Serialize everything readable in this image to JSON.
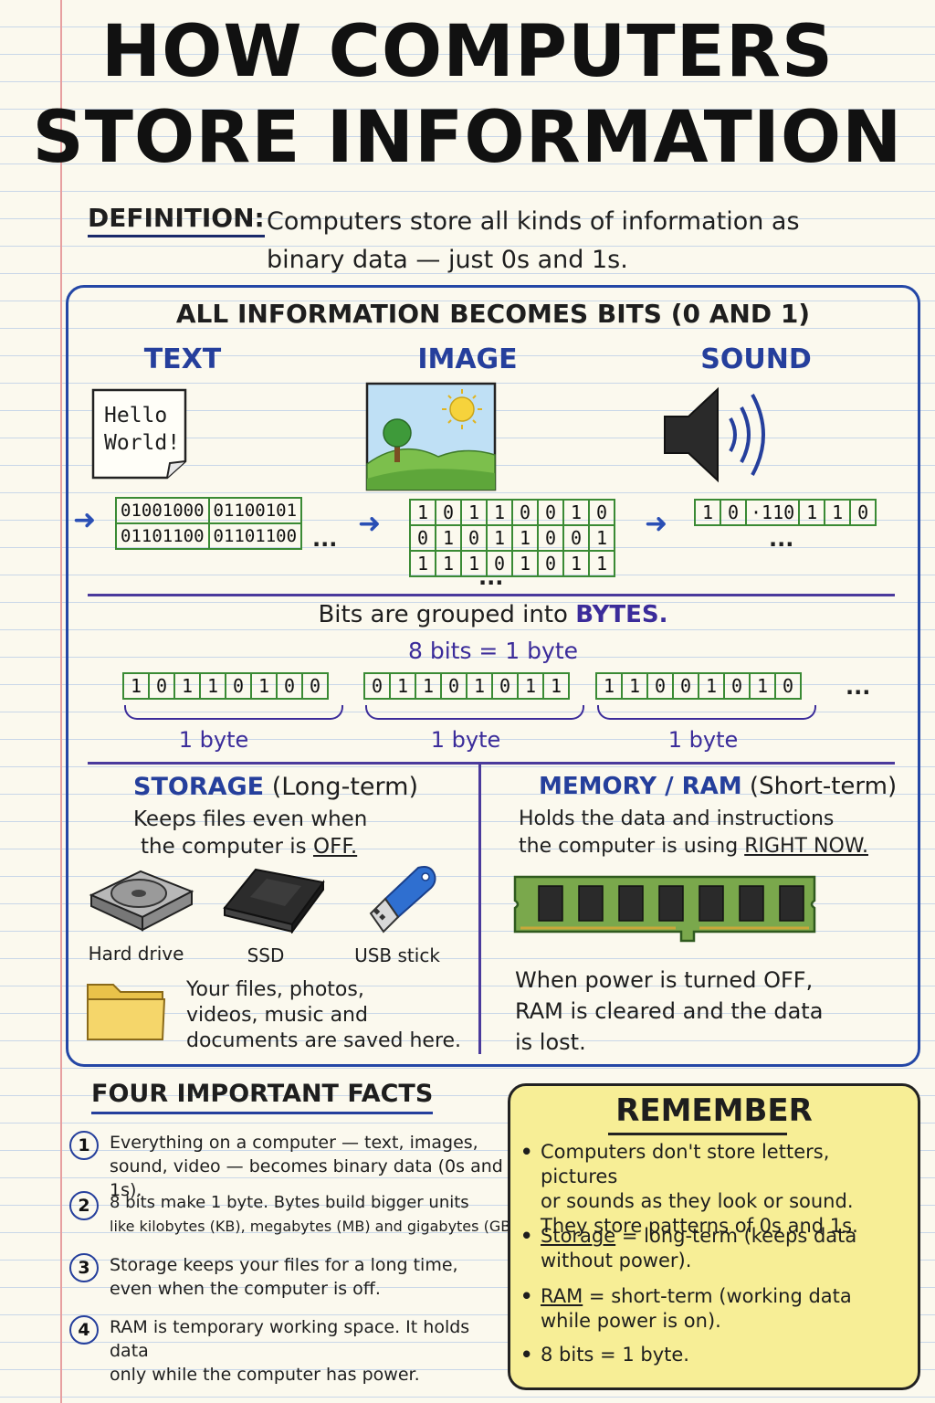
{
  "title_line1": "HOW COMPUTERS",
  "title_line2": "STORE INFORMATION",
  "definition": {
    "label": "DEFINITION:",
    "text": "Computers store all kinds of information as binary data — just 0s and 1s."
  },
  "bits_section": {
    "heading": "ALL INFORMATION BECOMES BITS (0 AND 1)",
    "text": {
      "label": "TEXT",
      "note_line1": "Hello",
      "note_line2": "World!",
      "row1": [
        "01001000",
        "01100101"
      ],
      "row2": [
        "01101100",
        "01101100"
      ],
      "ellipsis": "..."
    },
    "image": {
      "label": "IMAGE",
      "rows": [
        [
          "1",
          "0",
          "1",
          "1",
          "0",
          "0",
          "1",
          "0"
        ],
        [
          "0",
          "1",
          "0",
          "1",
          "1",
          "0",
          "0",
          "1"
        ],
        [
          "1",
          "1",
          "1",
          "0",
          "1",
          "0",
          "1",
          "1"
        ]
      ],
      "ellipsis": "..."
    },
    "sound": {
      "label": "SOUND",
      "cells": [
        "1",
        "0",
        "·110",
        "1",
        "1",
        "0"
      ],
      "ellipsis": "..."
    }
  },
  "bytes_section": {
    "text_before": "Bits are grouped into",
    "text_highlight": "BYTES.",
    "equation": "8 bits = 1 byte",
    "bytes": [
      {
        "bits": [
          "1",
          "0",
          "1",
          "1",
          "0",
          "1",
          "0",
          "0"
        ],
        "label": "1 byte"
      },
      {
        "bits": [
          "0",
          "1",
          "1",
          "0",
          "1",
          "0",
          "1",
          "1"
        ],
        "label": "1 byte"
      },
      {
        "bits": [
          "1",
          "1",
          "0",
          "0",
          "1",
          "0",
          "1",
          "0"
        ],
        "label": "1 byte"
      }
    ],
    "ellipsis": "..."
  },
  "storage": {
    "title": "STORAGE",
    "subtitle": "(Long-term)",
    "desc_line1": "Keeps files even when",
    "desc_line2_a": "the computer is",
    "desc_line2_b": "OFF.",
    "devices": [
      "Hard drive",
      "SSD",
      "USB stick"
    ],
    "files_line1": "Your files, photos,",
    "files_line2": "videos, music and",
    "files_line3": "documents are saved here."
  },
  "memory": {
    "title": "MEMORY / RAM",
    "subtitle": "(Short-term)",
    "desc_line1": "Holds the data and instructions",
    "desc_line2_a": "the computer is using",
    "desc_line2_b": "RIGHT NOW.",
    "power_line1": "When power is turned OFF,",
    "power_line2": "RAM is cleared and the data",
    "power_line3": "is lost."
  },
  "facts": {
    "title": "FOUR IMPORTANT FACTS",
    "items": [
      {
        "num": "1",
        "line1": "Everything on a computer — text, images,",
        "line2": "sound, video — becomes binary data (0s and 1s)."
      },
      {
        "num": "2",
        "line1": "8 bits make 1 byte. Bytes build bigger units",
        "line2": "like kilobytes (KB), megabytes (MB) and gigabytes (GB)."
      },
      {
        "num": "3",
        "line1": "Storage keeps your files for a long time,",
        "line2": "even when the computer is off."
      },
      {
        "num": "4",
        "line1": "RAM is temporary working space. It holds data",
        "line2": "only while the computer has power."
      }
    ]
  },
  "remember": {
    "title": "REMEMBER",
    "b1_l1": "Computers don't store letters, pictures",
    "b1_l2": "or sounds as they look or sound.",
    "b1_l3": "They store patterns of 0s and 1s.",
    "b2_term": "Storage",
    "b2_rest": "= long-term (keeps data",
    "b2_l2": "without power).",
    "b3_term": "RAM",
    "b3_rest": "= short-term (working data",
    "b3_l2": "while power is on).",
    "b4": "8 bits = 1 byte."
  },
  "colors": {
    "blue_ink": "#253f9c",
    "purple_ink": "#3b2c9a",
    "green_grid": "#3a8a34",
    "sticky_yellow": "#f7ee96"
  }
}
